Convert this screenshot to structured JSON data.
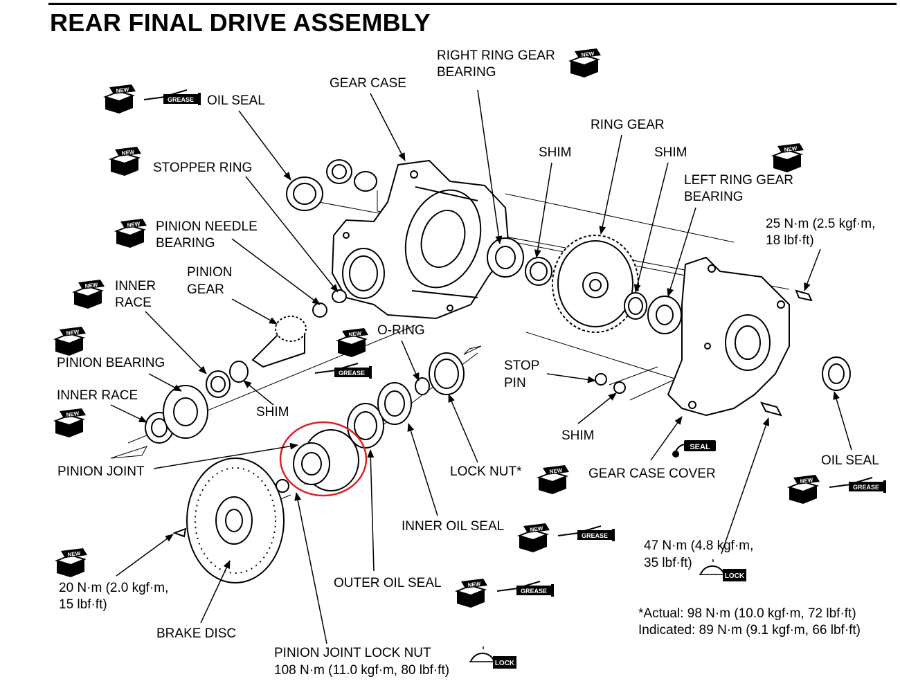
{
  "title": "REAR FINAL DRIVE ASSEMBLY",
  "labels": {
    "gear_case": "GEAR CASE",
    "right_ring_gear_bearing": [
      "RIGHT RING GEAR",
      "BEARING"
    ],
    "oil_seal_top": "OIL SEAL",
    "stopper_ring": "STOPPER RING",
    "pinion_needle_bearing": [
      "PINION NEEDLE",
      "BEARING"
    ],
    "pinion_gear": [
      "PINION",
      "GEAR"
    ],
    "inner_race_top": [
      "INNER",
      "RACE"
    ],
    "pinion_bearing": "PINION BEARING",
    "inner_race_bottom": "INNER RACE",
    "shim_left": "SHIM",
    "o_ring": "O-RING",
    "pinion_joint": "PINION JOINT",
    "lock_nut": "LOCK NUT*",
    "ring_gear": "RING GEAR",
    "shim_ring_1": "SHIM",
    "shim_ring_2": "SHIM",
    "left_ring_gear_bearing": [
      "LEFT RING GEAR",
      "BEARING"
    ],
    "stop_pin": [
      "STOP",
      "PIN"
    ],
    "shim_stop": "SHIM",
    "gear_case_cover": "GEAR CASE COVER",
    "oil_seal_right": "OIL SEAL",
    "inner_oil_seal": "INNER OIL SEAL",
    "outer_oil_seal": "OUTER OIL SEAL",
    "brake_disc": "BRAKE DISC",
    "pinion_joint_lock_nut": "PINION JOINT LOCK NUT"
  },
  "torques": {
    "cover_bolt_small": [
      "25 N·m (2.5 kgf·m,",
      "18 lbf·ft)"
    ],
    "cover_bolt_large": [
      "47 N·m (4.8 kgf·m,",
      "35 lbf·ft)"
    ],
    "disc_bolt": [
      "20 N·m (2.0 kgf·m,",
      "15 lbf·ft)"
    ],
    "pinion_joint_nut": "108 N·m (11.0 kgf·m, 80 lbf·ft)"
  },
  "notes": {
    "actual": "*Actual: 98 N·m (10.0 kgf·m, 72 lbf·ft)",
    "indicated": "Indicated: 89 N·m (9.1 kgf·m, 66 lbf·ft)"
  },
  "symbols": {
    "new": "NEW",
    "grease": "GREASE",
    "seal": "SEAL",
    "lock": "LOCK"
  },
  "highlight_color": "#e02020"
}
